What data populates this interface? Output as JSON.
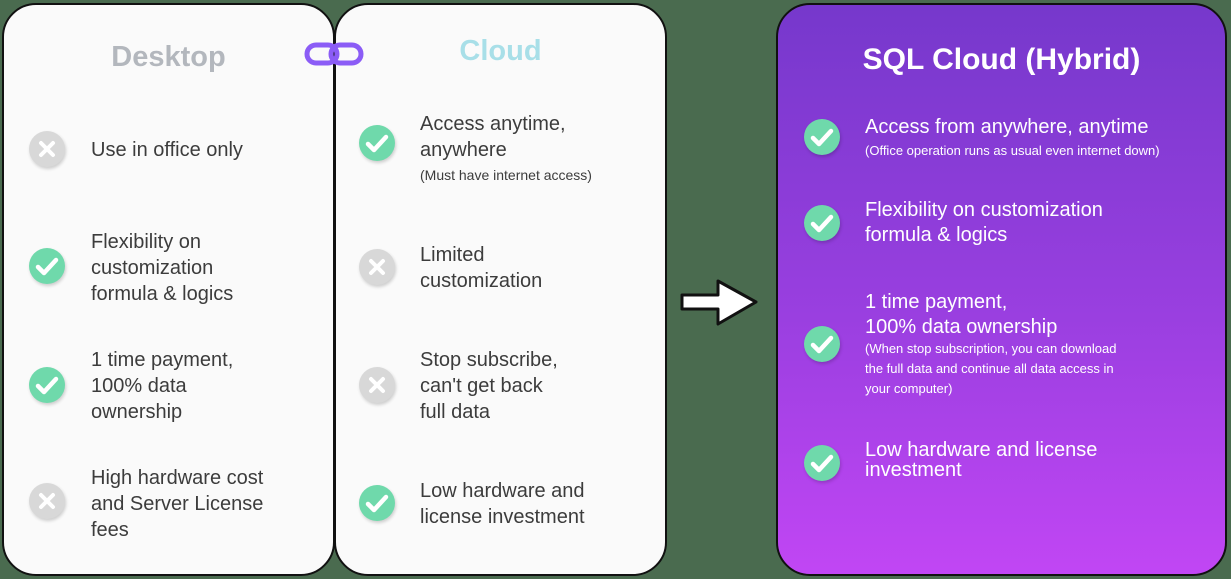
{
  "desktop": {
    "title": "Desktop",
    "items": [
      {
        "status": "cross",
        "icon": "cross-icon",
        "text": "Use in office only"
      },
      {
        "status": "check",
        "icon": "check-icon",
        "text": "Flexibility on\ncustomization\nformula & logics"
      },
      {
        "status": "check",
        "icon": "check-icon",
        "text": "1 time payment,\n100% data\nownership"
      },
      {
        "status": "cross",
        "icon": "cross-icon",
        "text": "High hardware cost\nand Server License\nfees"
      }
    ]
  },
  "cloud": {
    "title": "Cloud",
    "items": [
      {
        "status": "check",
        "icon": "check-icon",
        "text": "Access anytime,\nanywhere",
        "note": "(Must have internet access)"
      },
      {
        "status": "cross",
        "icon": "cross-icon",
        "text": "Limited\ncustomization"
      },
      {
        "status": "cross",
        "icon": "cross-icon",
        "text": "Stop subscribe,\ncan't get back\nfull data"
      },
      {
        "status": "check",
        "icon": "check-icon",
        "text": "Low hardware and\nlicense investment"
      }
    ]
  },
  "hybrid": {
    "title": "SQL Cloud (Hybrid)",
    "items": [
      {
        "status": "check",
        "icon": "check-icon",
        "text": "Access from anywhere, anytime",
        "note": "(Office operation runs as usual even internet down)"
      },
      {
        "status": "check",
        "icon": "check-icon",
        "text": "Flexibility on customization\nformula & logics"
      },
      {
        "status": "check",
        "icon": "check-icon",
        "text": "1 time payment,\n100% data ownership",
        "note": "(When stop subscription, you can download\nthe full data and continue all data access in\nyour computer)"
      },
      {
        "status": "check",
        "icon": "check-icon",
        "text": "Low hardware and license\ninvestment"
      }
    ]
  },
  "connectors": {
    "link_icon": "link-icon",
    "arrow_icon": "arrow-right-icon"
  },
  "colors": {
    "background": "#4a6b4f",
    "card": "#fafafa",
    "check": "#6fd9ab",
    "cross": "#d8d8d8",
    "link": "#8b5cf6",
    "hybrid_top": "#7638cc",
    "hybrid_bottom": "#c146f4",
    "desktop_title": "#b3b7bd",
    "cloud_title": "#a8dfe8"
  }
}
